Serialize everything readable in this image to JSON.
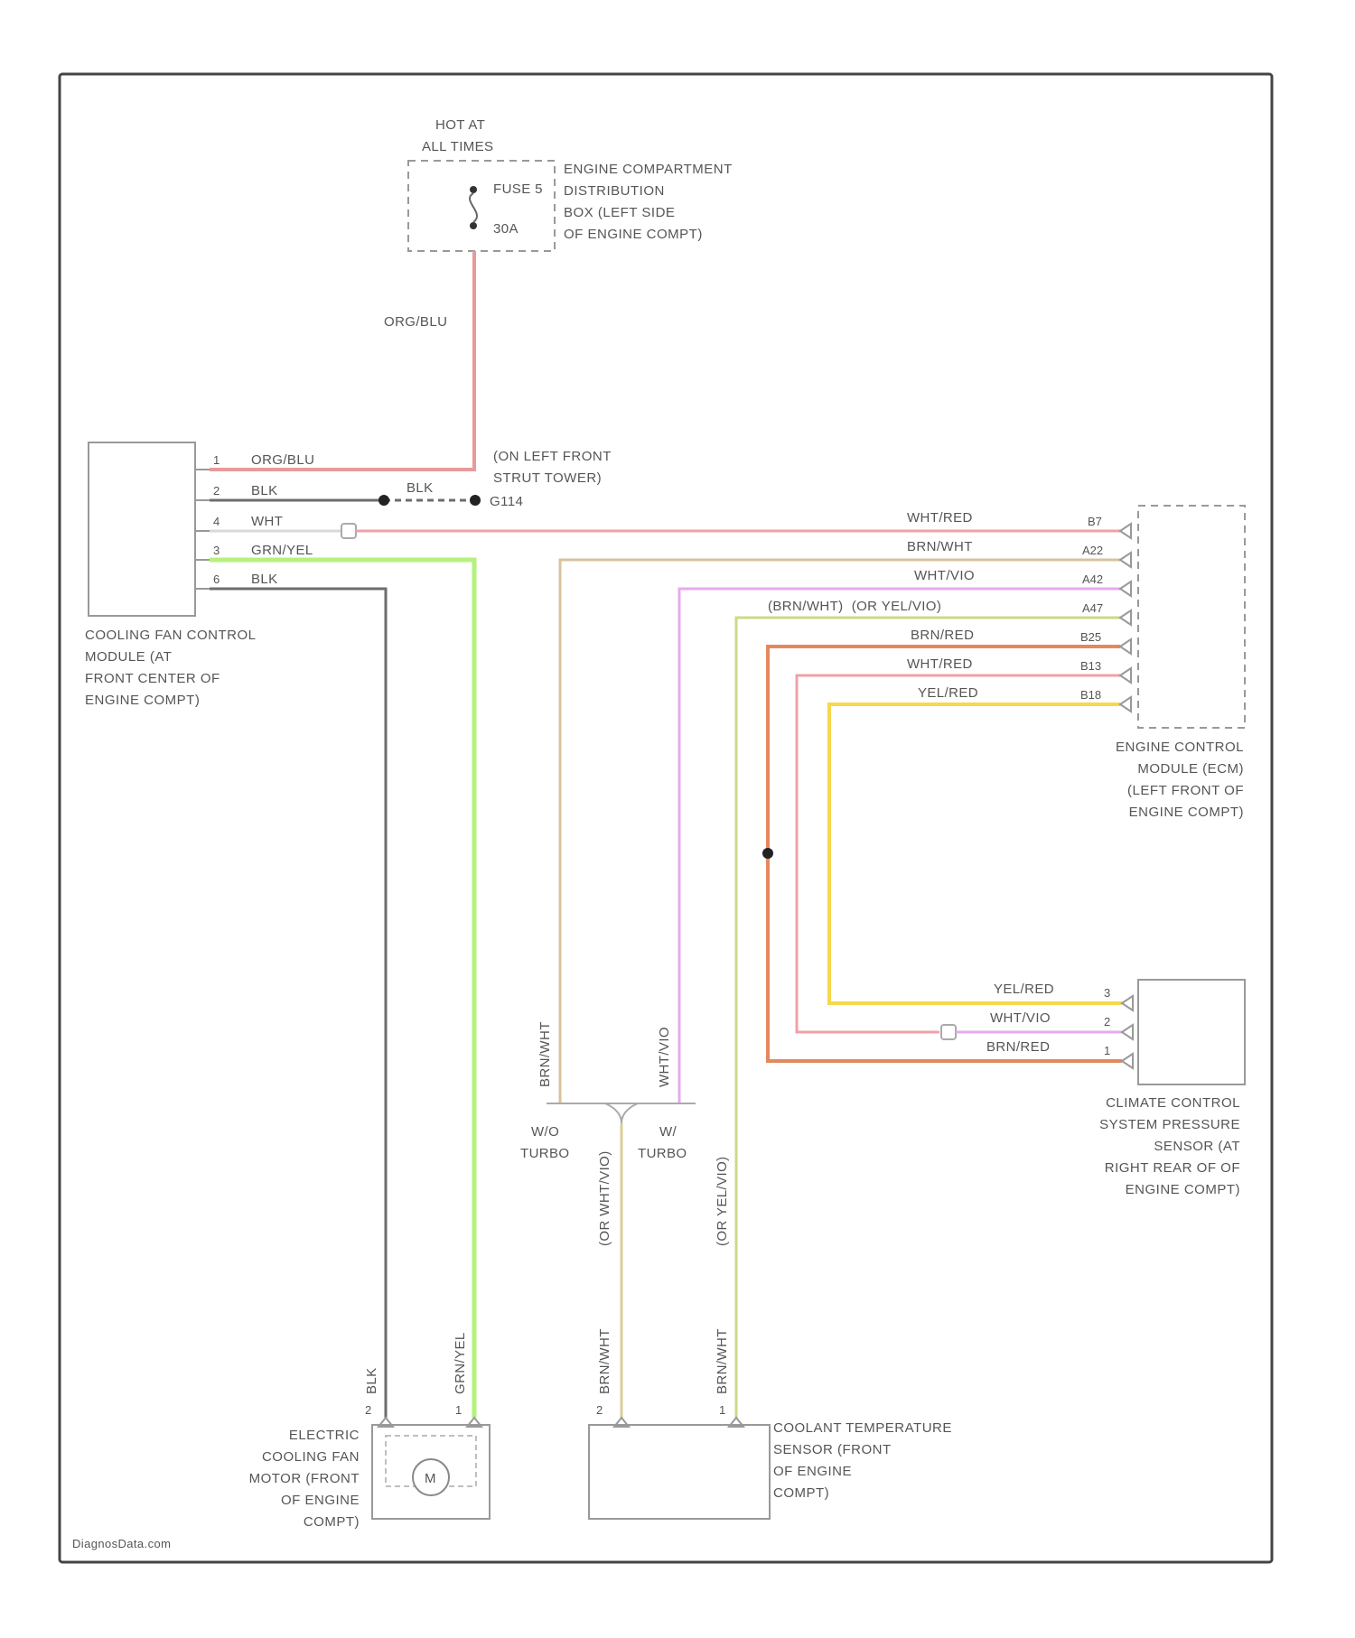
{
  "hot_label": [
    "HOT AT",
    "ALL TIMES"
  ],
  "fuse_box": {
    "fuse_label": "FUSE 5",
    "amp_label": "30A",
    "name_lines": [
      "ENGINE COMPARTMENT",
      "DISTRIBUTION",
      "BOX (LEFT SIDE",
      "OF ENGINE COMPT)"
    ]
  },
  "ground": {
    "name_lines": [
      "(ON LEFT FRONT",
      "STRUT TOWER)"
    ],
    "id": "G114"
  },
  "fan_module": {
    "name_lines": [
      "COOLING FAN CONTROL",
      "MODULE (AT",
      "FRONT CENTER OF",
      "ENGINE COMPT)"
    ],
    "pins": [
      "1",
      "2",
      "4",
      "3",
      "6"
    ],
    "wires": [
      "ORG/BLU",
      "BLK",
      "WHT",
      "GRN/YEL",
      "BLK"
    ]
  },
  "vertical_wire_label": "ORG/BLU",
  "blk_splice_label": "BLK",
  "ecm": {
    "name_lines": [
      "ENGINE CONTROL",
      "MODULE (ECM)",
      "(LEFT FRONT OF",
      "ENGINE COMPT)"
    ],
    "pins": [
      "B7",
      "A22",
      "A42",
      "A47",
      "B25",
      "B13",
      "B18"
    ],
    "wires": [
      "WHT/RED",
      "BRN/WHT",
      "WHT/VIO",
      "(BRN/WHT)  (OR YEL/VIO)",
      "BRN/RED",
      "WHT/RED",
      "YEL/RED"
    ]
  },
  "climate_sensor": {
    "name_lines": [
      "CLIMATE CONTROL",
      "SYSTEM PRESSURE",
      "SENSOR (AT",
      "RIGHT REAR OF OF",
      "ENGINE COMPT)"
    ],
    "pins": [
      "3",
      "2",
      "1"
    ],
    "wires": [
      "YEL/RED",
      "WHT/VIO",
      "BRN/RED"
    ]
  },
  "turbo_split": {
    "left_wire": "BRN/WHT",
    "right_wire": "WHT/VIO",
    "left_label": [
      "W/O",
      "TURBO"
    ],
    "right_label": [
      "W/",
      "TURBO"
    ],
    "down_wire_1": "(OR WHT/VIO)",
    "down_wire_2": "(OR YEL/VIO)"
  },
  "fan_motor": {
    "name_lines": [
      "ELECTRIC",
      "COOLING FAN",
      "MOTOR (FRONT",
      "OF ENGINE",
      "COMPT)"
    ],
    "symbol": "M",
    "pins": [
      "2",
      "1"
    ],
    "wires": [
      "BLK",
      "GRN/YEL"
    ]
  },
  "coolant_sensor": {
    "name_lines": [
      "COOLANT TEMPERATURE",
      "SENSOR (FRONT",
      "OF ENGINE",
      "COMPT)"
    ],
    "pins": [
      "2",
      "1"
    ],
    "wires": [
      "BRN/WHT",
      "BRN/WHT"
    ]
  },
  "watermark": "DiagnosData.com",
  "colors": {
    "org_blu": "#e89a9a",
    "blk": "#6d6d6d",
    "wht_red": "#f0a0a8",
    "brn_wht": "#d8c39c",
    "wht_vio": "#e7a9ef",
    "yel_vio": "#cfd889",
    "brn_red": "#e3895f",
    "grn_yel": "#b5f27c",
    "yel_red": "#f8d84a",
    "frame": "#444444",
    "text": "#555555"
  }
}
